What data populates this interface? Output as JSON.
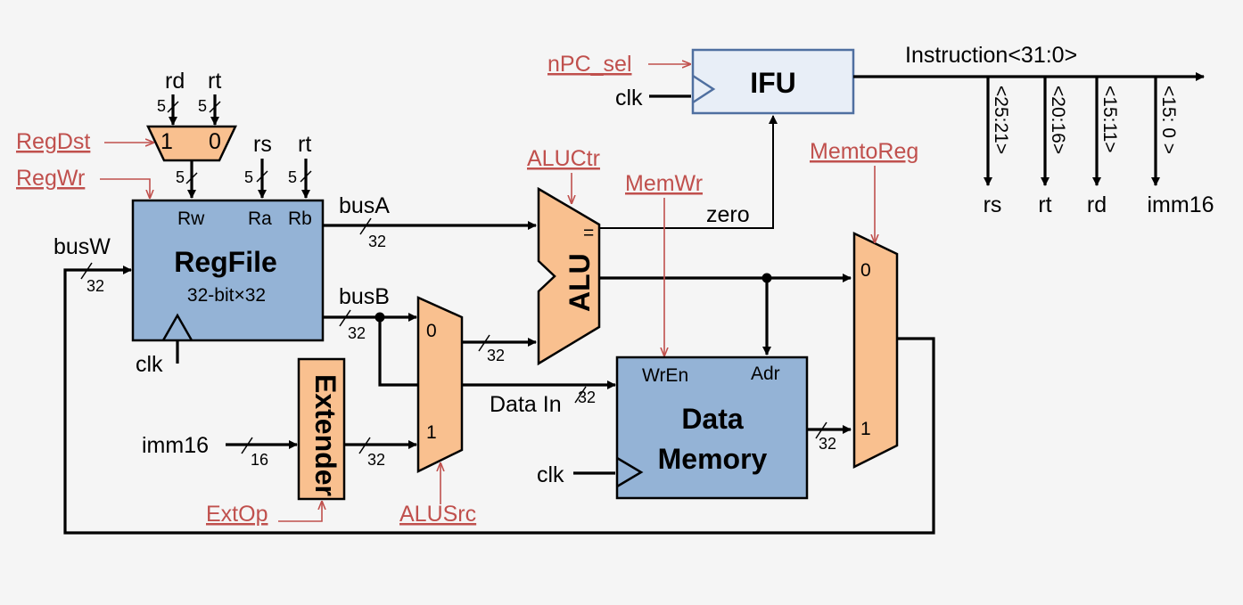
{
  "blocks": {
    "ifu": "IFU",
    "regfile": "RegFile",
    "regfile_sub": "32-bit×32",
    "alu": "ALU",
    "alu_eq": "=",
    "data_memory_line1": "Data",
    "data_memory_line2": "Memory",
    "extender": "Extender"
  },
  "control_signals": {
    "npc_sel": "nPC_sel",
    "regdst": "RegDst",
    "regwr": "RegWr",
    "aluctr": "ALUCtr",
    "memwr": "MemWr",
    "memtoreg": "MemtoReg",
    "extop": "ExtOp",
    "alusrc": "ALUSrc"
  },
  "ports": {
    "rw": "Rw",
    "ra": "Ra",
    "rb": "Rb",
    "wren": "WrEn",
    "adr": "Adr",
    "mux_0": "0",
    "mux_1": "1"
  },
  "signals": {
    "rd": "rd",
    "rt": "rt",
    "rs": "rs",
    "busA": "busA",
    "busB": "busB",
    "busW": "busW",
    "zero": "zero",
    "data_in": "Data In",
    "imm16": "imm16",
    "clk": "clk",
    "instruction": "Instruction<31:0>"
  },
  "instruction_fields": [
    {
      "bits": "<25:21>",
      "name": "rs"
    },
    {
      "bits": "<20:16>",
      "name": "rt"
    },
    {
      "bits": "<15:11>",
      "name": "rd"
    },
    {
      "bits": "<15: 0 >",
      "name": "imm16"
    }
  ],
  "widths": {
    "w5": "5",
    "w16": "16",
    "w32": "32"
  },
  "colors": {
    "block_fill": "#94b3d6",
    "mux_fill": "#f9c08f",
    "ifu_fill": "#e8eef7",
    "ifu_stroke": "#4f6fa0",
    "control_signal": "#c0504d",
    "background": "#f5f5f5"
  }
}
